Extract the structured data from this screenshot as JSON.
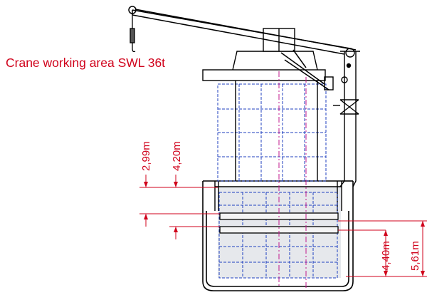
{
  "title": "Crane working area SWL 36t",
  "dimensions": {
    "d1": "2,99m",
    "d2": "4,20m",
    "d3": "4,40m",
    "d4": "5,61m"
  },
  "colors": {
    "annotation": "#d0021b",
    "structure": "#000000",
    "containers": "#1f3fbf",
    "centerline": "#c0198c",
    "hold_fill": "#e6e8ec"
  }
}
